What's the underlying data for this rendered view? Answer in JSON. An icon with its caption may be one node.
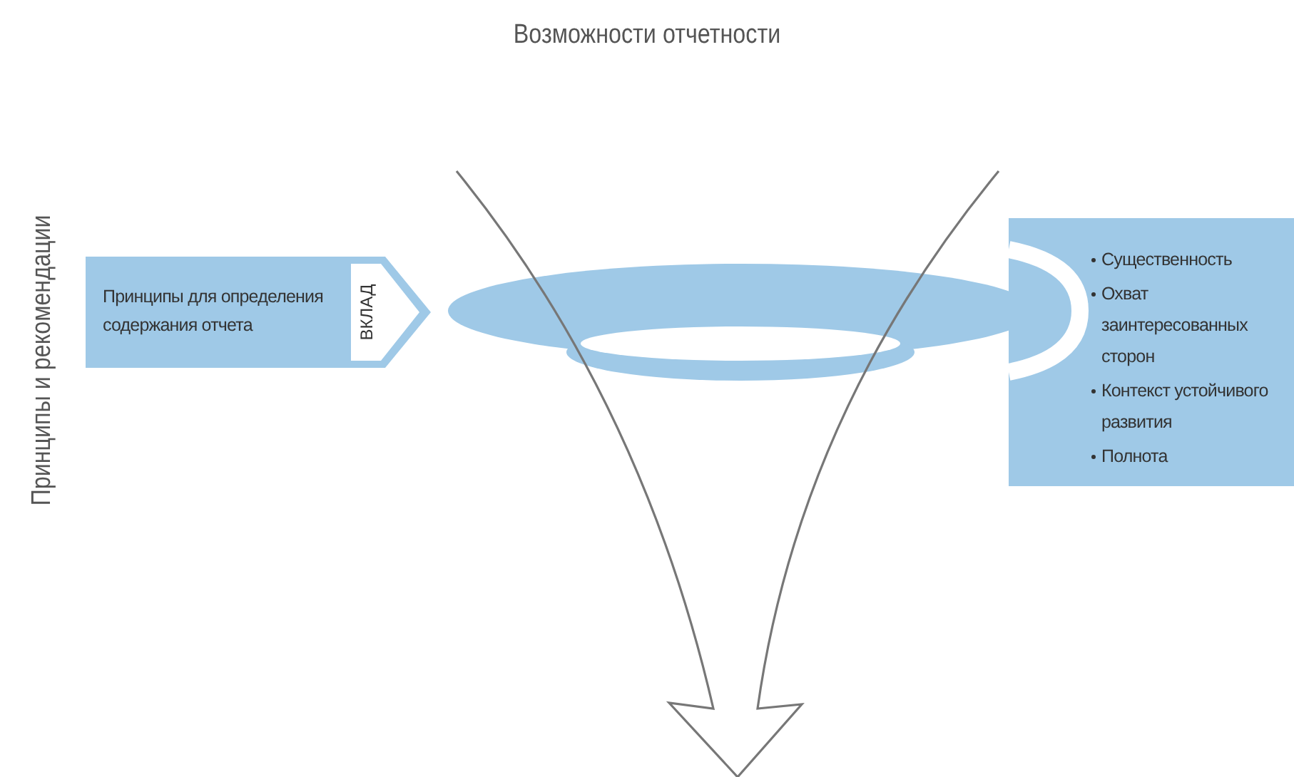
{
  "diagram": {
    "nodes": [
      {
        "text": [
          "Принципы для определения содержания отчета",
          "ВКЛАД"
        ]
      },
      {
        "text": [
          "Существенность",
          "Охват заинтересованных сторон",
          "Контекст устойчивого развития",
          "Полнота"
        ]
      }
    ],
    "edges": [],
    "labels": [
      "Возможности отчетности",
      "Принципы и рекомендации"
    ]
  }
}
